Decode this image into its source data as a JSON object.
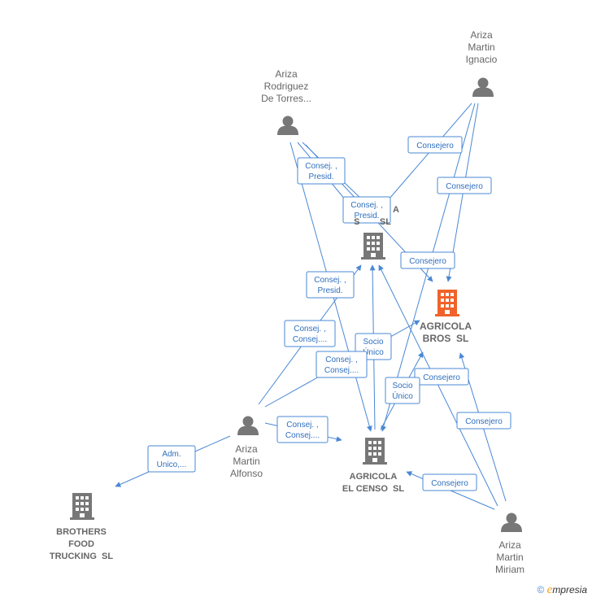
{
  "nodes": {
    "ariza_martin_ignacio": {
      "type": "person",
      "lines": [
        "Ariza",
        "Martin",
        "Ignacio"
      ]
    },
    "ariza_rodriguez": {
      "type": "person",
      "lines": [
        "Ariza",
        "Rodriguez",
        "De Torres..."
      ]
    },
    "ariza_martin_alfonso": {
      "type": "person",
      "lines": [
        "Ariza",
        "Martin",
        "Alfonso"
      ]
    },
    "ariza_martin_miriam": {
      "type": "person",
      "lines": [
        "Ariza",
        "Martin",
        "Miriam"
      ]
    },
    "company_top": {
      "type": "company",
      "lines": [
        "A",
        "S        SL"
      ]
    },
    "agricola_bros": {
      "type": "company",
      "highlight": true,
      "lines": [
        "AGRICOLA",
        "BROS  SL"
      ]
    },
    "agricola_el_censo": {
      "type": "company",
      "lines": [
        "AGRICOLA",
        "EL CENSO  SL"
      ]
    },
    "brothers_food": {
      "type": "company",
      "lines": [
        "BROTHERS",
        "FOOD",
        "TRUCKING  SL"
      ]
    }
  },
  "edge_labels": {
    "consejero": "Consejero",
    "consej_presid": [
      "Consej. ,",
      "Presid."
    ],
    "consej_consej": [
      "Consej. ,",
      "Consej...."
    ],
    "socio_unico": [
      "Socio",
      "Único"
    ],
    "adm_unico": [
      "Adm.",
      "Unico,..."
    ]
  },
  "colors": {
    "edge": "#4a88d4",
    "node": "#777777",
    "highlight": "#f0622a"
  },
  "brand": {
    "symbol": "©",
    "e": "e",
    "rest": "mpresia"
  }
}
